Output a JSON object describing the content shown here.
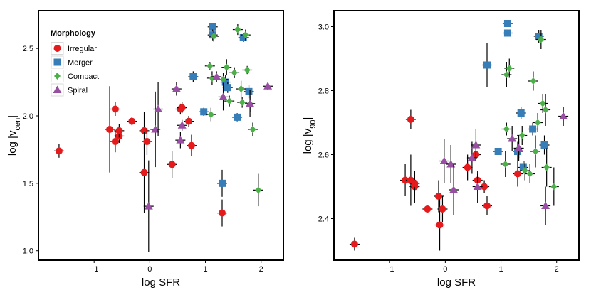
{
  "styles": {
    "Irregular": {
      "color": "#e41a1c",
      "shape": "circle"
    },
    "Merger": {
      "color": "#377eb8",
      "shape": "square"
    },
    "Compact": {
      "color": "#4daf4a",
      "shape": "diamond"
    },
    "Spiral": {
      "color": "#984ea3",
      "shape": "triangle"
    }
  },
  "chart_data": [
    {
      "type": "scatter",
      "title": "",
      "xlabel": "log SFR",
      "ylabel": "log |v_cen|",
      "ylabel_main": "log |v",
      "ylabel_sub": "cen",
      "ylabel_end": "|",
      "xlim": [
        -2.0,
        2.4
      ],
      "ylim": [
        0.93,
        2.78
      ],
      "xticks": [
        -1,
        0,
        1,
        2
      ],
      "xtick_labels": [
        "−1",
        "0",
        "1",
        "2"
      ],
      "yticks": [
        1.0,
        1.5,
        2.0,
        2.5
      ],
      "ytick_labels": [
        "1.0",
        "1.5",
        "2.0",
        "2.5"
      ],
      "grid": false,
      "legend": {
        "title": "Morphology",
        "placement": "top-left",
        "entries": [
          "Irregular",
          "Merger",
          "Compact",
          "Spiral"
        ]
      },
      "series": [
        {
          "name": "Irregular",
          "points": [
            {
              "x": -1.63,
              "y": 1.74,
              "yerr": 0.05
            },
            {
              "x": -0.72,
              "y": 1.9,
              "yerr": 0.32
            },
            {
              "x": -0.62,
              "y": 2.05,
              "yerr": 0.05
            },
            {
              "x": -0.62,
              "y": 1.81,
              "yerr": 0.08
            },
            {
              "x": -0.55,
              "y": 1.85,
              "yerr": 0.05
            },
            {
              "x": -0.55,
              "y": 1.89,
              "yerr": 0.05
            },
            {
              "x": -0.32,
              "y": 1.96,
              "yerr": 0.03
            },
            {
              "x": -0.1,
              "y": 1.89,
              "yerr": 0.14
            },
            {
              "x": -0.1,
              "y": 1.58,
              "yerr": 0.3
            },
            {
              "x": -0.05,
              "y": 1.81,
              "yerr": 0.1
            },
            {
              "x": 0.4,
              "y": 1.64,
              "yerr": 0.1
            },
            {
              "x": 0.55,
              "y": 2.05,
              "yerr": 0.04
            },
            {
              "x": 0.58,
              "y": 2.06,
              "yerr": 0.04
            },
            {
              "x": 0.7,
              "y": 1.96,
              "yerr": 0.04
            },
            {
              "x": 0.75,
              "y": 1.78,
              "yerr": 0.08
            },
            {
              "x": 1.3,
              "y": 1.28,
              "yerr": 0.1
            }
          ]
        },
        {
          "name": "Merger",
          "points": [
            {
              "x": 0.78,
              "y": 2.29,
              "yerr": 0.04
            },
            {
              "x": 0.97,
              "y": 2.03,
              "yerr": 0.03
            },
            {
              "x": 1.13,
              "y": 2.66,
              "yerr": 0.03
            },
            {
              "x": 1.13,
              "y": 2.6,
              "yerr": 0.04
            },
            {
              "x": 1.3,
              "y": 1.5,
              "yerr": 0.1
            },
            {
              "x": 1.36,
              "y": 2.25,
              "yerr": 0.05
            },
            {
              "x": 1.4,
              "y": 2.21,
              "yerr": 0.04
            },
            {
              "x": 1.57,
              "y": 1.99,
              "yerr": 0.03
            },
            {
              "x": 1.68,
              "y": 2.58,
              "yerr": 0.03
            },
            {
              "x": 1.78,
              "y": 2.18,
              "yerr": 0.05
            }
          ]
        },
        {
          "name": "Compact",
          "points": [
            {
              "x": 1.08,
              "y": 2.37,
              "yerr": 0.03
            },
            {
              "x": 1.1,
              "y": 2.01,
              "yerr": 0.05
            },
            {
              "x": 1.12,
              "y": 2.28,
              "yerr": 0.05
            },
            {
              "x": 1.15,
              "y": 2.59,
              "yerr": 0.04
            },
            {
              "x": 1.32,
              "y": 2.27,
              "yerr": 0.05
            },
            {
              "x": 1.38,
              "y": 2.36,
              "yerr": 0.06
            },
            {
              "x": 1.43,
              "y": 2.11,
              "yerr": 0.04
            },
            {
              "x": 1.52,
              "y": 2.32,
              "yerr": 0.04
            },
            {
              "x": 1.58,
              "y": 2.64,
              "yerr": 0.04
            },
            {
              "x": 1.64,
              "y": 2.2,
              "yerr": 0.06
            },
            {
              "x": 1.66,
              "y": 2.1,
              "yerr": 0.04
            },
            {
              "x": 1.72,
              "y": 2.6,
              "yerr": 0.04
            },
            {
              "x": 1.75,
              "y": 2.34,
              "yerr": 0.03
            },
            {
              "x": 1.8,
              "y": 2.09,
              "yerr": 0.06
            },
            {
              "x": 1.85,
              "y": 1.9,
              "yerr": 0.05
            },
            {
              "x": 1.95,
              "y": 1.45,
              "yerr": 0.12
            }
          ]
        },
        {
          "name": "Spiral",
          "points": [
            {
              "x": -0.02,
              "y": 1.33,
              "yerr": 0.34
            },
            {
              "x": 0.1,
              "y": 1.9,
              "yerr": 0.28
            },
            {
              "x": 0.15,
              "y": 2.05,
              "yerr": 0.2
            },
            {
              "x": 0.48,
              "y": 2.2,
              "yerr": 0.05
            },
            {
              "x": 0.55,
              "y": 1.82,
              "yerr": 0.06
            },
            {
              "x": 0.58,
              "y": 1.93,
              "yerr": 0.04
            },
            {
              "x": 1.2,
              "y": 2.29,
              "yerr": 0.04
            },
            {
              "x": 1.32,
              "y": 2.14,
              "yerr": 0.1
            },
            {
              "x": 1.8,
              "y": 2.09,
              "yerr": 0.1
            },
            {
              "x": 2.12,
              "y": 2.22,
              "yerr": 0.03
            }
          ]
        }
      ]
    },
    {
      "type": "scatter",
      "title": "",
      "xlabel": "log SFR",
      "ylabel": "log |v_90|",
      "ylabel_main": "log |v",
      "ylabel_sub": "90",
      "ylabel_end": "|",
      "xlim": [
        -2.0,
        2.4
      ],
      "ylim": [
        2.27,
        3.05
      ],
      "xticks": [
        -1,
        0,
        1,
        2
      ],
      "xtick_labels": [
        "−1",
        "0",
        "1",
        "2"
      ],
      "yticks": [
        2.4,
        2.6,
        2.8,
        3.0
      ],
      "ytick_labels": [
        "2.4",
        "2.6",
        "2.8",
        "3.0"
      ],
      "grid": false,
      "series": [
        {
          "name": "Irregular",
          "points": [
            {
              "x": -1.63,
              "y": 2.32,
              "yerr": 0.02
            },
            {
              "x": -0.72,
              "y": 2.52,
              "yerr": 0.05
            },
            {
              "x": -0.62,
              "y": 2.71,
              "yerr": 0.03
            },
            {
              "x": -0.62,
              "y": 2.52,
              "yerr": 0.08
            },
            {
              "x": -0.55,
              "y": 2.5,
              "yerr": 0.05
            },
            {
              "x": -0.55,
              "y": 2.51,
              "yerr": 0.04
            },
            {
              "x": -0.32,
              "y": 2.43,
              "yerr": 0.01
            },
            {
              "x": -0.12,
              "y": 2.47,
              "yerr": 0.05
            },
            {
              "x": -0.1,
              "y": 2.38,
              "yerr": 0.08
            },
            {
              "x": -0.05,
              "y": 2.43,
              "yerr": 0.04
            },
            {
              "x": 0.4,
              "y": 2.56,
              "yerr": 0.04
            },
            {
              "x": 0.55,
              "y": 2.6,
              "yerr": 0.02
            },
            {
              "x": 0.58,
              "y": 2.52,
              "yerr": 0.02
            },
            {
              "x": 0.7,
              "y": 2.5,
              "yerr": 0.02
            },
            {
              "x": 0.75,
              "y": 2.44,
              "yerr": 0.03
            },
            {
              "x": 1.3,
              "y": 2.54,
              "yerr": 0.04
            }
          ]
        },
        {
          "name": "Merger",
          "points": [
            {
              "x": 0.75,
              "y": 2.88,
              "yerr": 0.07
            },
            {
              "x": 0.95,
              "y": 2.61,
              "yerr": 0.01
            },
            {
              "x": 1.12,
              "y": 3.01,
              "yerr": 0.01
            },
            {
              "x": 1.12,
              "y": 2.98,
              "yerr": 0.01
            },
            {
              "x": 1.3,
              "y": 2.61,
              "yerr": 0.03
            },
            {
              "x": 1.36,
              "y": 2.73,
              "yerr": 0.02
            },
            {
              "x": 1.4,
              "y": 2.56,
              "yerr": 0.02
            },
            {
              "x": 1.57,
              "y": 2.68,
              "yerr": 0.02
            },
            {
              "x": 1.68,
              "y": 2.97,
              "yerr": 0.02
            },
            {
              "x": 1.78,
              "y": 2.63,
              "yerr": 0.03
            }
          ]
        },
        {
          "name": "Compact",
          "points": [
            {
              "x": 1.08,
              "y": 2.57,
              "yerr": 0.04
            },
            {
              "x": 1.1,
              "y": 2.68,
              "yerr": 0.02
            },
            {
              "x": 1.1,
              "y": 2.85,
              "yerr": 0.04
            },
            {
              "x": 1.15,
              "y": 2.87,
              "yerr": 0.03
            },
            {
              "x": 1.32,
              "y": 2.62,
              "yerr": 0.03
            },
            {
              "x": 1.38,
              "y": 2.66,
              "yerr": 0.03
            },
            {
              "x": 1.43,
              "y": 2.55,
              "yerr": 0.03
            },
            {
              "x": 1.52,
              "y": 2.54,
              "yerr": 0.03
            },
            {
              "x": 1.58,
              "y": 2.83,
              "yerr": 0.03
            },
            {
              "x": 1.62,
              "y": 2.61,
              "yerr": 0.05
            },
            {
              "x": 1.66,
              "y": 2.7,
              "yerr": 0.03
            },
            {
              "x": 1.72,
              "y": 2.96,
              "yerr": 0.03
            },
            {
              "x": 1.75,
              "y": 2.76,
              "yerr": 0.03
            },
            {
              "x": 1.8,
              "y": 2.74,
              "yerr": 0.05
            },
            {
              "x": 1.82,
              "y": 2.56,
              "yerr": 0.06
            },
            {
              "x": 1.95,
              "y": 2.5,
              "yerr": 0.06
            }
          ]
        },
        {
          "name": "Spiral",
          "points": [
            {
              "x": -0.02,
              "y": 2.58,
              "yerr": 0.07
            },
            {
              "x": 0.1,
              "y": 2.57,
              "yerr": 0.06
            },
            {
              "x": 0.15,
              "y": 2.49,
              "yerr": 0.08
            },
            {
              "x": 0.48,
              "y": 2.59,
              "yerr": 0.05
            },
            {
              "x": 0.55,
              "y": 2.63,
              "yerr": 0.05
            },
            {
              "x": 0.58,
              "y": 2.5,
              "yerr": 0.05
            },
            {
              "x": 1.2,
              "y": 2.65,
              "yerr": 0.04
            },
            {
              "x": 1.32,
              "y": 2.62,
              "yerr": 0.04
            },
            {
              "x": 1.8,
              "y": 2.44,
              "yerr": 0.06
            },
            {
              "x": 2.12,
              "y": 2.72,
              "yerr": 0.03
            }
          ]
        }
      ]
    }
  ]
}
